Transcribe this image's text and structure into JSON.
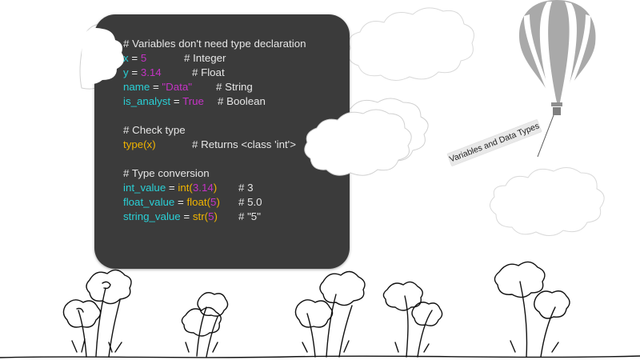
{
  "slide": {
    "banner_label": "Variables and Data Types",
    "code_lines": [
      {
        "type": "comment",
        "text": "# Variables don't need type declaration"
      },
      {
        "type": "code",
        "tokens": [
          {
            "t": "x",
            "k": "var"
          },
          {
            "t": " = ",
            "k": "op"
          },
          {
            "t": "5",
            "k": "num"
          }
        ],
        "comment": "# Integer"
      },
      {
        "type": "code",
        "tokens": [
          {
            "t": "y",
            "k": "var"
          },
          {
            "t": " = ",
            "k": "op"
          },
          {
            "t": "3.14",
            "k": "num"
          }
        ],
        "comment": "# Float"
      },
      {
        "type": "code",
        "tokens": [
          {
            "t": "name",
            "k": "var"
          },
          {
            "t": " = ",
            "k": "op"
          },
          {
            "t": "\"Data\"",
            "k": "str"
          }
        ],
        "comment": "# String"
      },
      {
        "type": "code",
        "tokens": [
          {
            "t": "is_analyst",
            "k": "var"
          },
          {
            "t": " = ",
            "k": "op"
          },
          {
            "t": "True",
            "k": "kw"
          }
        ],
        "comment": "# Boolean"
      },
      {
        "type": "blank"
      },
      {
        "type": "comment",
        "text": "# Check type"
      },
      {
        "type": "code",
        "tokens": [
          {
            "t": "type(x)",
            "k": "fn"
          }
        ],
        "comment": "# Returns <class 'int'>"
      },
      {
        "type": "blank"
      },
      {
        "type": "comment",
        "text": "# Type conversion"
      },
      {
        "type": "code",
        "tokens": [
          {
            "t": "int_value",
            "k": "var"
          },
          {
            "t": " = ",
            "k": "op"
          },
          {
            "t": "int(",
            "k": "fn"
          },
          {
            "t": "3.14",
            "k": "num"
          },
          {
            "t": ")",
            "k": "fn"
          }
        ],
        "comment": "# 3"
      },
      {
        "type": "code",
        "tokens": [
          {
            "t": "float_value",
            "k": "var"
          },
          {
            "t": " = ",
            "k": "op"
          },
          {
            "t": "float(",
            "k": "fn"
          },
          {
            "t": "5",
            "k": "num"
          },
          {
            "t": ")",
            "k": "fn"
          }
        ],
        "comment": "# 5.0"
      },
      {
        "type": "code",
        "tokens": [
          {
            "t": "string_value",
            "k": "var"
          },
          {
            "t": " = ",
            "k": "op"
          },
          {
            "t": "str(",
            "k": "fn"
          },
          {
            "t": "5",
            "k": "num"
          },
          {
            "t": ")",
            "k": "fn"
          }
        ],
        "comment": "# \"5\""
      }
    ]
  },
  "colors": {
    "card_background": "#3b3b3b",
    "variable": "#2ad0d6",
    "literal": "#c433c4",
    "function": "#f0b400",
    "text": "#e8e8e8"
  },
  "icons": [
    "hot-air-balloon-icon",
    "cloud-icon",
    "flower-icon"
  ]
}
